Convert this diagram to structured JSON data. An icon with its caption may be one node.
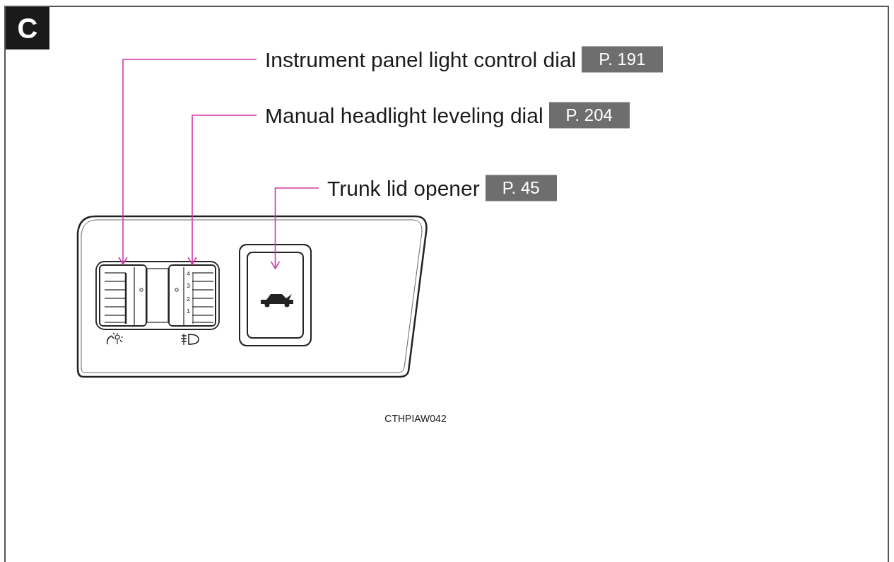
{
  "diagram": {
    "nodes": [
      {
        "text": [
          "Instrument panel light control dial",
          "P. 191"
        ]
      },
      {
        "text": [
          "Manual headlight leveling dial",
          "P. 204"
        ]
      },
      {
        "text": [
          "Trunk lid opener",
          "P. 45"
        ]
      },
      {
        "text": [],
        "shape": "box"
      },
      {
        "text": [],
        "shape": "box"
      },
      {
        "text": [],
        "shape": "box"
      }
    ],
    "edges": [
      {
        "from": 0,
        "to": 3,
        "arrow": "to"
      },
      {
        "from": 1,
        "to": 4,
        "arrow": "to"
      },
      {
        "from": 2,
        "to": 5,
        "arrow": "to"
      }
    ],
    "labels": [
      "C",
      "4",
      "3",
      "2",
      "1",
      "CTHPIAW042"
    ]
  }
}
